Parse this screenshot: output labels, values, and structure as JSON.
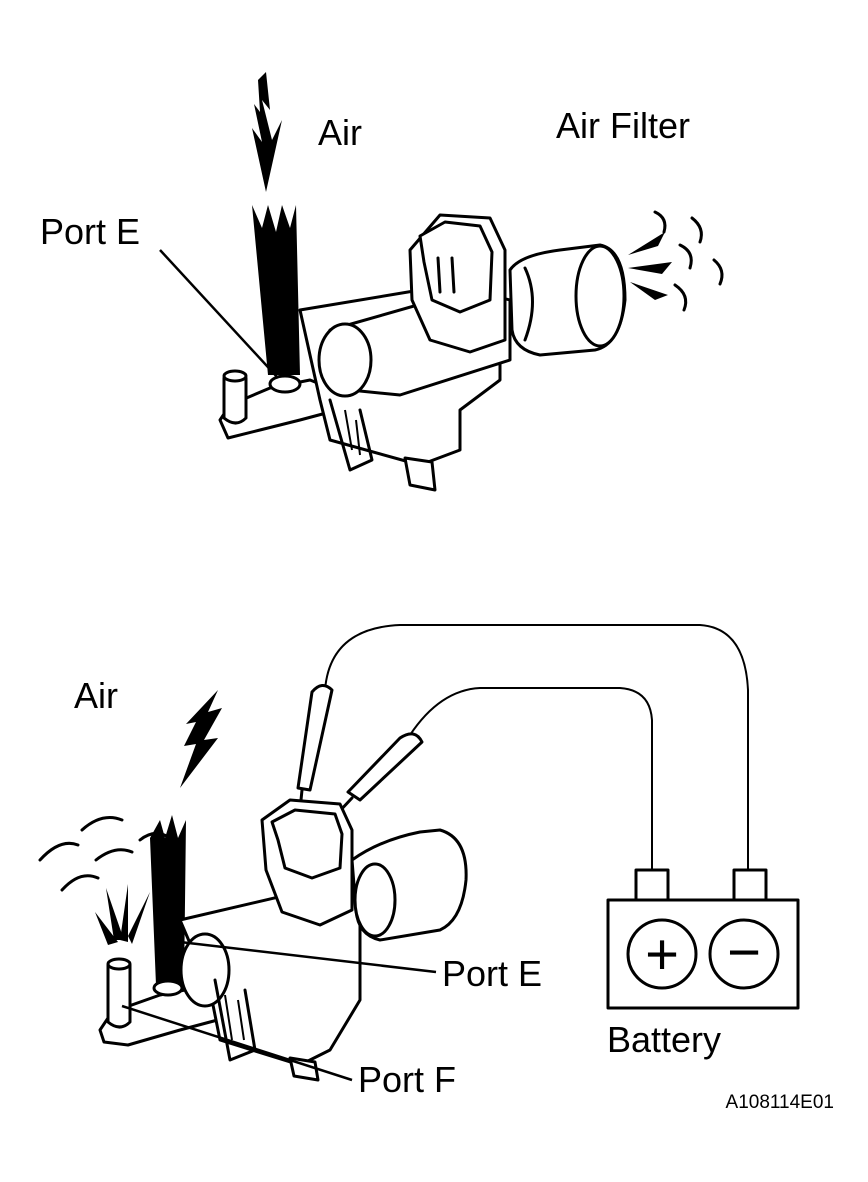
{
  "top": {
    "air_label": "Air",
    "air_filter_label": "Air Filter",
    "port_e_label": "Port E"
  },
  "bottom": {
    "air_label": "Air",
    "port_e_label": "Port E",
    "port_f_label": "Port F",
    "battery_label": "Battery",
    "battery_plus": "+",
    "battery_minus": "−"
  },
  "figure_code": "A108114E01"
}
